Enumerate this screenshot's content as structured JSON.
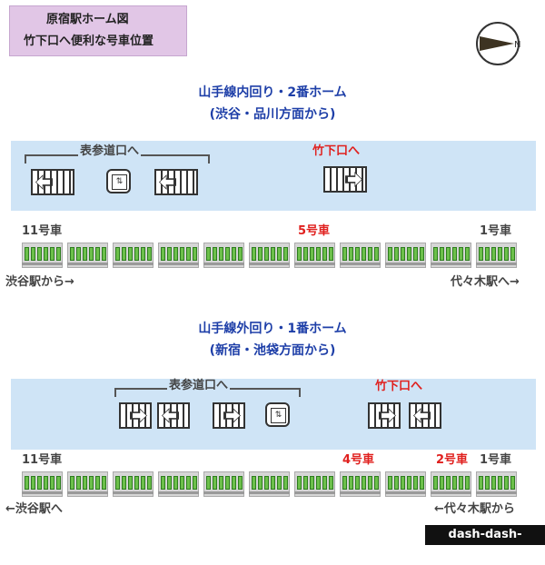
{
  "title": {
    "line1": "原宿駅ホーム図",
    "line2": "竹下口へ便利な号車位置"
  },
  "compass": {
    "letter": "N"
  },
  "platform2": {
    "heading": "山手線内回り・2番ホーム",
    "subheading": "(渋谷・品川方面から)",
    "exit_group_label": "表参道口へ",
    "takeshita_label": "竹下口へ",
    "car_labels": {
      "left": "11号車",
      "center": "5号車",
      "right": "1号車"
    },
    "from_label": "渋谷駅から→",
    "to_label": "代々木駅へ→",
    "elevator_icon": "elevator-icon"
  },
  "platform1": {
    "heading": "山手線外回り・1番ホーム",
    "subheading": "(新宿・池袋方面から)",
    "exit_group_label": "表参道口へ",
    "takeshita_label": "竹下口へ",
    "car_labels": {
      "left": "11号車",
      "car4": "4号車",
      "car2": "2号車",
      "right": "1号車"
    },
    "to_label": "←渋谷駅へ",
    "from_label": "←代々木駅から",
    "elevator_icon": "elevator-icon"
  },
  "train": {
    "car_count": 11,
    "window_color": "#6cc04a"
  },
  "footer": {
    "site": "dash-dash-dash.jp"
  },
  "colors": {
    "heading": "#1e3fa8",
    "highlight": "#e0201e",
    "platform": "#cfe4f6",
    "title_bg": "#e1c6e6"
  }
}
